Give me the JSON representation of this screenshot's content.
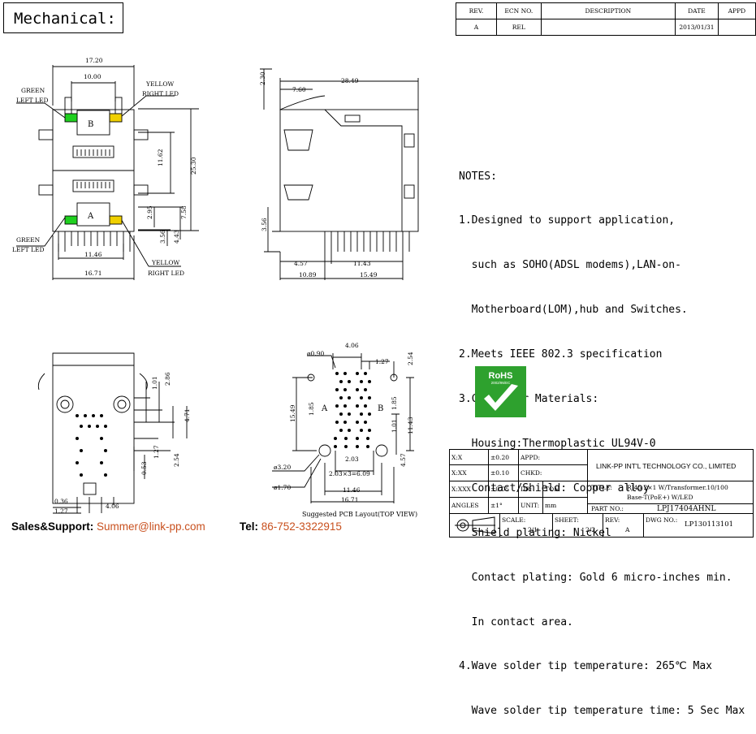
{
  "title": "Mechanical:",
  "revision_table": {
    "headers": [
      "REV.",
      "ECN NO.",
      "DESCRIPTION",
      "DATE",
      "APPD"
    ],
    "row": [
      "A",
      "REL",
      "",
      "2013/01/31",
      ""
    ]
  },
  "front_view": {
    "dims": {
      "width_top": "17.20",
      "width_inner": "10.00",
      "height_total": "25.30",
      "height_mid": "11.62",
      "h_295": "2.95",
      "h_758": "7.58",
      "h_443": "4.43",
      "h_356": "3.56",
      "width_1146": "11.46",
      "width_1671": "16.71"
    },
    "labels": {
      "green_top": "GREEN",
      "left_led_top": "LEFT LED",
      "yellow_top": "YELLOW",
      "right_led_top": "RIGHT LED",
      "green_bottom": "GREEN",
      "left_led_bottom": "LEFT LED",
      "yellow_bottom": "YELLOW",
      "right_led_bottom": "RIGHT LED",
      "port_b": "B",
      "port_a": "A"
    },
    "colors": {
      "green_led": "#1fd01f",
      "yellow_led": "#f0d000"
    }
  },
  "side_view": {
    "dims": {
      "d_230": "2.30",
      "d_760": "7.60",
      "d_2849": "28.49",
      "d_356": "3.56",
      "d_457": "4.57",
      "d_1143": "11.43",
      "d_1089": "10.89",
      "d_1549": "15.49"
    }
  },
  "bottom_view": {
    "dims": {
      "d_101": "1.01",
      "d_286": "2.86",
      "d_471": "4.71",
      "d_127": "1.27",
      "d_254": "2.54",
      "d_053": "0.53",
      "d_036": "0.36",
      "d_127b": "1.27",
      "d_406": "4.06"
    }
  },
  "pcb_layout": {
    "dims": {
      "d_406": "4.06",
      "phi_090": "ø0.90",
      "d_127": "1.27",
      "d_254": "2.54",
      "d_1549": "15.49",
      "d_185a": "1.85",
      "d_185b": "1.85",
      "d_101": "1.01",
      "d_1143": "11.43",
      "d_203": "2.03",
      "d_203x3": "2.03×3=6.09",
      "phi_320": "ø3.20",
      "phi_170": "ø1.70",
      "d_1146": "11.46",
      "d_1671": "16.71",
      "d_457": "4.57",
      "label_a": "A",
      "label_b": "B"
    },
    "caption": "Suggested PCB Layout(TOP VIEW)"
  },
  "notes": {
    "heading": "NOTES:",
    "lines": [
      "1.Designed to support application,",
      "  such as SOHO(ADSL modems),LAN-on-",
      "  Motherboard(LOM),hub and Switches.",
      "2.Meets IEEE 802.3 specification",
      "3.Connector Materials:",
      "  Housing:Thermoplastic UL94V-0",
      "  Contact/Shield: Copper alloy",
      "  Shield plating: Nickel",
      "  Contact plating: Gold 6 micro-inches min.",
      "  In contact area.",
      "4.Wave solder tip temperature: 265℃ Max",
      "  Wave solder tip temperature time: 5 Sec Max"
    ]
  },
  "rohs": {
    "text": "RoHS",
    "sub": "2002/95/EC",
    "color": "#2ea12e"
  },
  "title_block": {
    "tol_x": "X:X",
    "tol_x_val": "±0.20",
    "tol_xx": "X:XX",
    "tol_xx_val": "±0.10",
    "tol_xxx": "X:XXX",
    "tol_xxx_val": "±0.05",
    "angles": "ANGLES",
    "angles_val": "±1°",
    "appd": "APPD:",
    "chkd": "CHKD:",
    "dr": "DR:",
    "dr_val": "TOM",
    "unit": "UNIT:",
    "unit_val": "mm",
    "company": "LINK-PP INT'L TECHNOLOGY CO., LIMITED",
    "title_label": "TITLE:",
    "title_line1": "RJ45 2×1 W/Transformer.10/100",
    "title_line2": "Base-T(PoE+) W/LED",
    "part_no_label": "PART NO.:",
    "part_no": "LPJ17404AHNL",
    "scale_label": "SCALE:",
    "scale_val": "2/1",
    "sheet_label": "SHEET:",
    "sheet_val": "2/2",
    "rev_label": "REV:",
    "rev_val": "A",
    "dwg_label": "DWG NO.:",
    "dwg_val": "LP130113101"
  },
  "footer": {
    "sales_label": "Sales&Support:",
    "sales_email": "Summer@link-pp.com",
    "tel_label": "Tel:",
    "tel_value": "86-752-3322915"
  }
}
